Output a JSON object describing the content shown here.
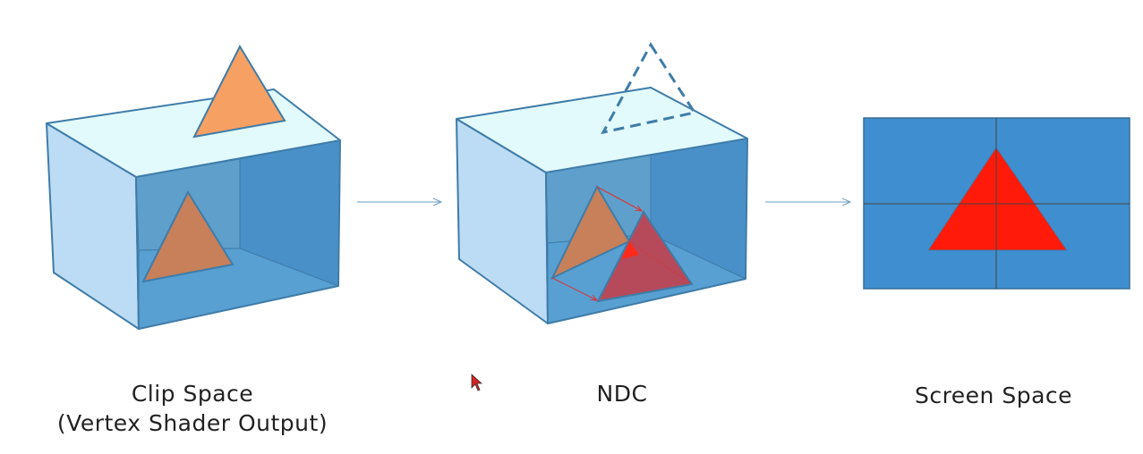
{
  "labels": {
    "clip": "Clip Space",
    "clip_sub": "(Vertex Shader Output)",
    "ndc": "NDC",
    "screen": "Screen Space"
  },
  "colors": {
    "box_side": "#bcdcf5",
    "box_top": "#e2fafc",
    "box_edge": "#3f7ca8",
    "inner_back": "#5f9fcc",
    "inner_right": "#4a90c8",
    "floor": "#58a0d2",
    "orange": "#f7a064",
    "orange_inside": "#c7805a",
    "red_tri": "#b64a5a",
    "screen_bg": "#3f8fd0",
    "screen_tri": "#ff1a0a"
  }
}
